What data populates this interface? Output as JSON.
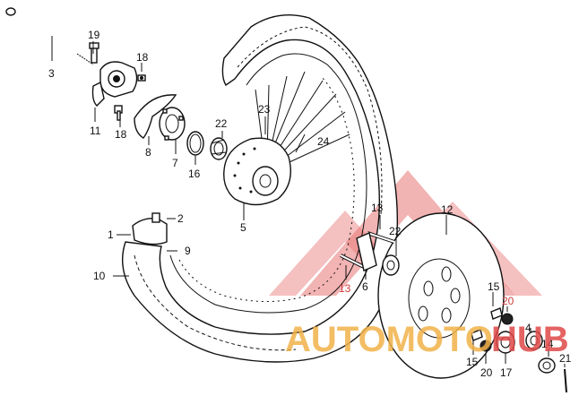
{
  "labels": {
    "l1": "1",
    "l2": "2",
    "l3": "3",
    "l4": "4",
    "l5": "5",
    "l6": "6",
    "l7": "7",
    "l8": "8",
    "l9": "9",
    "l10": "10",
    "l11": "11",
    "l12": "12",
    "l13a": "13",
    "l13b": "13",
    "l14": "14",
    "l15a": "15",
    "l15b": "15",
    "l16": "16",
    "l17": "17",
    "l18a": "18",
    "l18b": "18",
    "l19": "19",
    "l20a": "20",
    "l20b": "20",
    "l21": "21",
    "l22a": "22",
    "l22b": "22",
    "l23": "23",
    "l24": "24"
  },
  "watermark": {
    "text_a": "AUTOMOTO",
    "text_b": "HUB",
    "triangle_color": "#e05555",
    "text_color": "#f2b24a"
  }
}
